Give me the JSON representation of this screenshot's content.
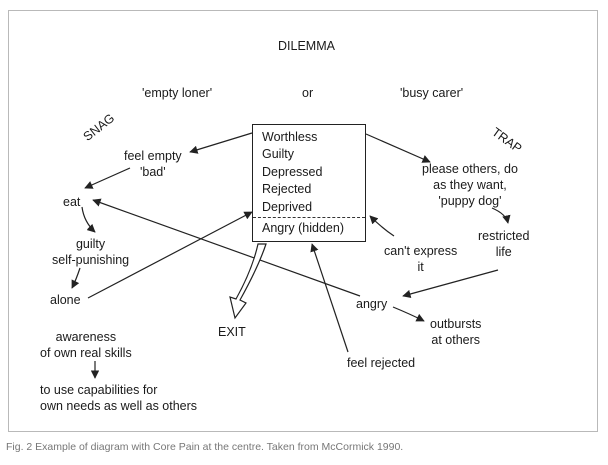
{
  "diagram": {
    "title": "DILEMMA",
    "dilemma_left": "'empty loner'",
    "dilemma_or": "or",
    "dilemma_right": "'busy carer'",
    "snag": "SNAG",
    "trap": "TRAP",
    "core_states": [
      "Worthless",
      "Guilty",
      "Depressed",
      "Rejected",
      "Deprived"
    ],
    "core_hidden": "Angry (hidden)",
    "exit": "EXIT",
    "snag_nodes": {
      "feel_empty": "feel empty\n'bad'",
      "eat": "eat",
      "guilty": "guilty\nself-punishing",
      "alone": "alone"
    },
    "trap_nodes": {
      "please_others": "please others, do\nas they want,\n'puppy dog'",
      "restricted": "restricted\nlife",
      "cant_express": "can't express\nit",
      "angry": "angry",
      "outbursts": "outbursts\nat others",
      "feel_rejected": "feel rejected"
    },
    "awareness": {
      "skills": "awareness\nof own real skills",
      "capabilities": "to use capabilities  for\nown needs as well as others"
    }
  },
  "caption": "Fig. 2 Example of diagram with Core Pain at the centre. Taken from McCormick 1990."
}
